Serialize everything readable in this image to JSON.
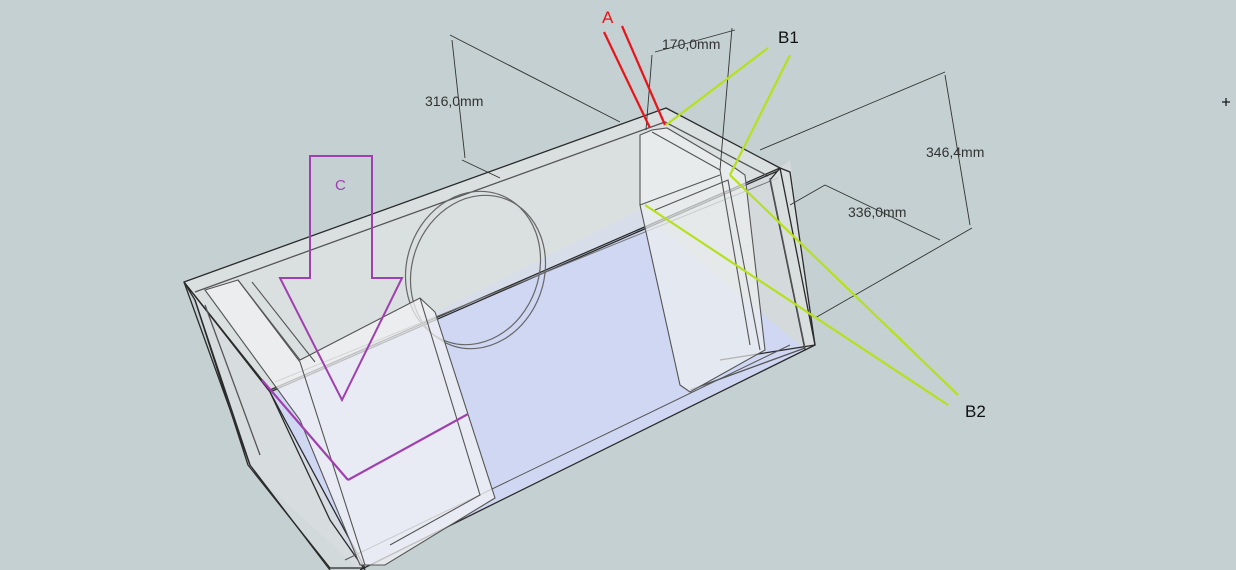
{
  "dimensions": {
    "d316": "316,0mm",
    "d170": "170,0mm",
    "d346": "346,4mm",
    "d336": "336,0mm"
  },
  "callouts": {
    "a": "A",
    "b1": "B1",
    "b2": "B2",
    "c": "C"
  },
  "colors": {
    "background": "#c4d0d1",
    "callout_a": "#e8141c",
    "callout_b": "#b6e01e",
    "callout_c": "#a040b0",
    "dimension": "#333333"
  }
}
